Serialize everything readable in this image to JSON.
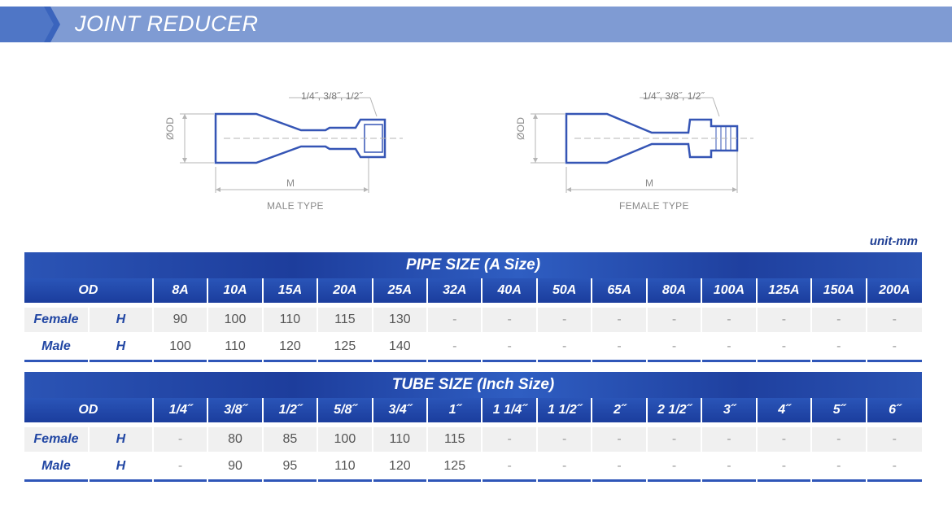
{
  "header": {
    "title": "JOINT REDUCER"
  },
  "drawings": {
    "male": {
      "label": "MALE TYPE",
      "callout": "1/4˝, 3/8˝, 1/2˝",
      "od_label": "ØOD",
      "m_label": "M"
    },
    "female": {
      "label": "FEMALE TYPE",
      "callout": "1/4˝, 3/8˝, 1/2˝",
      "od_label": "ØOD",
      "m_label": "M"
    }
  },
  "unit": "unit-mm",
  "pipe_table": {
    "caption": "PIPE SIZE (A Size)",
    "od_label": "OD",
    "columns": [
      "8A",
      "10A",
      "15A",
      "20A",
      "25A",
      "32A",
      "40A",
      "50A",
      "65A",
      "80A",
      "100A",
      "125A",
      "150A",
      "200A"
    ],
    "rows": [
      {
        "type": "Female",
        "dim": "H",
        "values": [
          "90",
          "100",
          "110",
          "115",
          "130",
          "-",
          "-",
          "-",
          "-",
          "-",
          "-",
          "-",
          "-",
          "-"
        ]
      },
      {
        "type": "Male",
        "dim": "H",
        "values": [
          "100",
          "110",
          "120",
          "125",
          "140",
          "-",
          "-",
          "-",
          "-",
          "-",
          "-",
          "-",
          "-",
          "-"
        ]
      }
    ]
  },
  "tube_table": {
    "caption": "TUBE SIZE (Inch Size)",
    "od_label": "OD",
    "columns": [
      "1/4˝",
      "3/8˝",
      "1/2˝",
      "5/8˝",
      "3/4˝",
      "1˝",
      "1 1/4˝",
      "1 1/2˝",
      "2˝",
      "2 1/2˝",
      "3˝",
      "4˝",
      "5˝",
      "6˝"
    ],
    "rows": [
      {
        "type": "Female",
        "dim": "H",
        "values": [
          "-",
          "80",
          "85",
          "100",
          "110",
          "115",
          "-",
          "-",
          "-",
          "-",
          "-",
          "-",
          "-",
          "-"
        ]
      },
      {
        "type": "Male",
        "dim": "H",
        "values": [
          "-",
          "90",
          "95",
          "110",
          "120",
          "125",
          "-",
          "-",
          "-",
          "-",
          "-",
          "-",
          "-",
          "-"
        ]
      }
    ]
  },
  "colors": {
    "banner": "#7f9bd3",
    "table_header": "#1f409f",
    "label": "#2146a3"
  }
}
